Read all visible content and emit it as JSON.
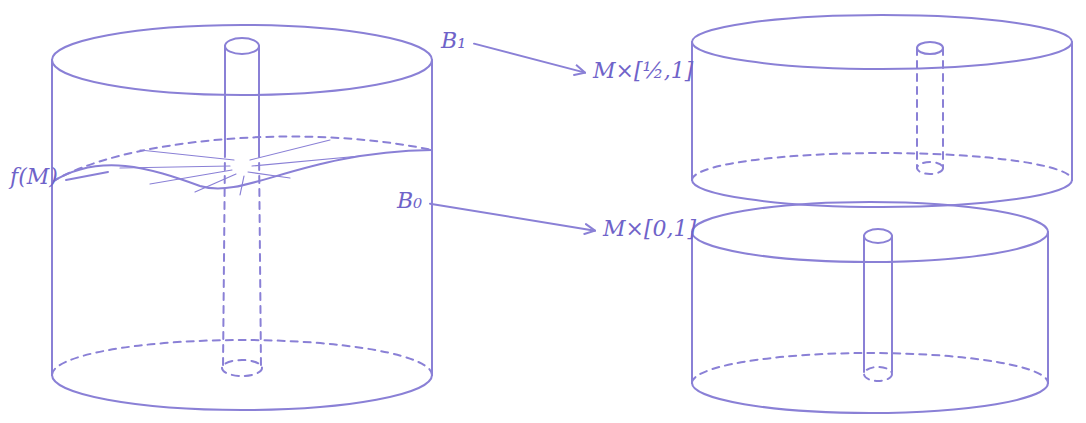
{
  "diagram": {
    "nodes": [
      {
        "text": [
          "B₁"
        ]
      },
      {
        "text": [
          "B₀"
        ]
      },
      {
        "text": [
          "M×[½,1]"
        ]
      },
      {
        "text": [
          "M×[0,1]"
        ]
      }
    ],
    "edges": [
      {
        "from": 0,
        "to": 2,
        "arrow": "to"
      },
      {
        "from": 1,
        "to": 3,
        "arrow": "to"
      }
    ],
    "labels": [
      "f(M)"
    ]
  }
}
